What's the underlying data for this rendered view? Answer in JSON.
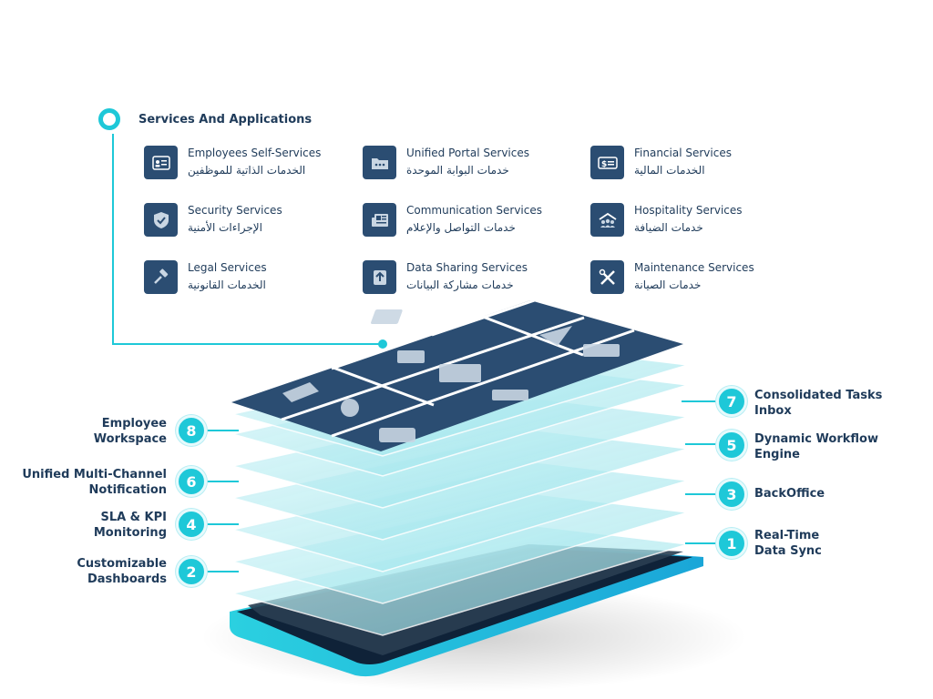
{
  "header": {
    "title": "Services And Applications"
  },
  "services": [
    {
      "en": "Employees Self-Services",
      "ar": "الخدمات الذاتية للموظفين",
      "icon": "id-card-icon"
    },
    {
      "en": "Unified Portal Services",
      "ar": "خدمات البوابة الموحدة",
      "icon": "folder-icon"
    },
    {
      "en": "Financial Services",
      "ar": "الخدمات المالية",
      "icon": "money-icon"
    },
    {
      "en": "Security Services",
      "ar": "الإجراءات الأمنية",
      "icon": "shield-icon"
    },
    {
      "en": "Communication Services",
      "ar": "خدمات التواصل والإعلام",
      "icon": "newspaper-icon"
    },
    {
      "en": "Hospitality Services",
      "ar": "خدمات الضيافة",
      "icon": "people-icon"
    },
    {
      "en": "Legal Services",
      "ar": "الخدمات القانونية",
      "icon": "gavel-icon"
    },
    {
      "en": "Data Sharing Services",
      "ar": "خدمات مشاركة البيانات",
      "icon": "upload-icon"
    },
    {
      "en": "Maintenance Services",
      "ar": "خدمات الصيانة",
      "icon": "tools-icon"
    }
  ],
  "layers_left": [
    {
      "num": "8",
      "l1": "Employee",
      "l2": "Workspace"
    },
    {
      "num": "6",
      "l1": "Unified Multi-Channel",
      "l2": "Notification"
    },
    {
      "num": "4",
      "l1": "SLA & KPI",
      "l2": "Monitoring"
    },
    {
      "num": "2",
      "l1": "Customizable",
      "l2": "Dashboards"
    }
  ],
  "layers_right": [
    {
      "num": "7",
      "l1": "Consolidated Tasks",
      "l2": "Inbox"
    },
    {
      "num": "5",
      "l1": "Dynamic Workflow",
      "l2": "Engine"
    },
    {
      "num": "3",
      "l1": "BackOffice",
      "l2": ""
    },
    {
      "num": "1",
      "l1": "Real-Time",
      "l2": "Data Sync"
    }
  ],
  "colors": {
    "accent": "#1ec8d8",
    "navy": "#2b4d72",
    "text": "#1f3b5a"
  }
}
